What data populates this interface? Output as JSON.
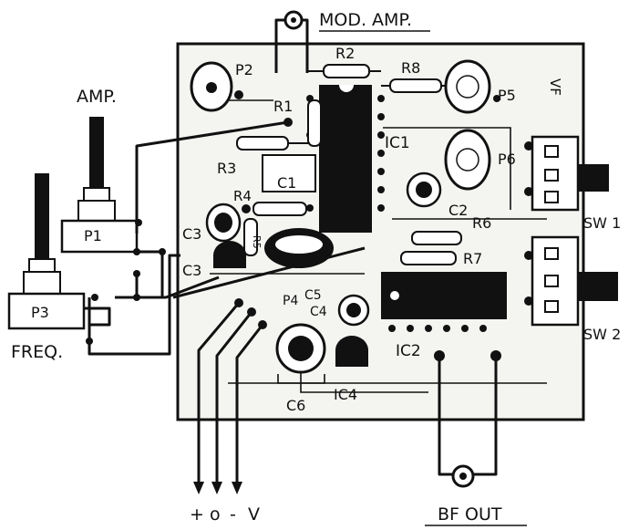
{
  "labels": {
    "mod_amp": "MOD. AMP.",
    "amp": "AMP.",
    "freq": "FREQ.",
    "bf_out": "BF OUT",
    "supply_plus": "+",
    "supply_zero": "o",
    "supply_minus": "-",
    "supply_v": "V",
    "sw1": "SW 1",
    "sw2": "SW 2",
    "board_mark": "VF"
  },
  "components": {
    "p1": "P1",
    "p2": "P2",
    "p3": "P3",
    "p4": "P4",
    "p5": "P5",
    "p6": "P6",
    "r1": "R1",
    "r2": "R2",
    "r3": "R3",
    "r4": "R4",
    "r5": "R5",
    "r6": "R6",
    "r7": "R7",
    "r8": "R8",
    "c1": "C1",
    "c2": "C2",
    "c3a": "C3",
    "c3b": "C3",
    "c4": "C4",
    "c5": "C5",
    "c6": "C6",
    "ic1": "IC1",
    "ic2": "IC2",
    "ic4": "IC4"
  },
  "colors": {
    "ink": "#111111",
    "board": "#f4f4f1",
    "paper": "#ffffff"
  }
}
